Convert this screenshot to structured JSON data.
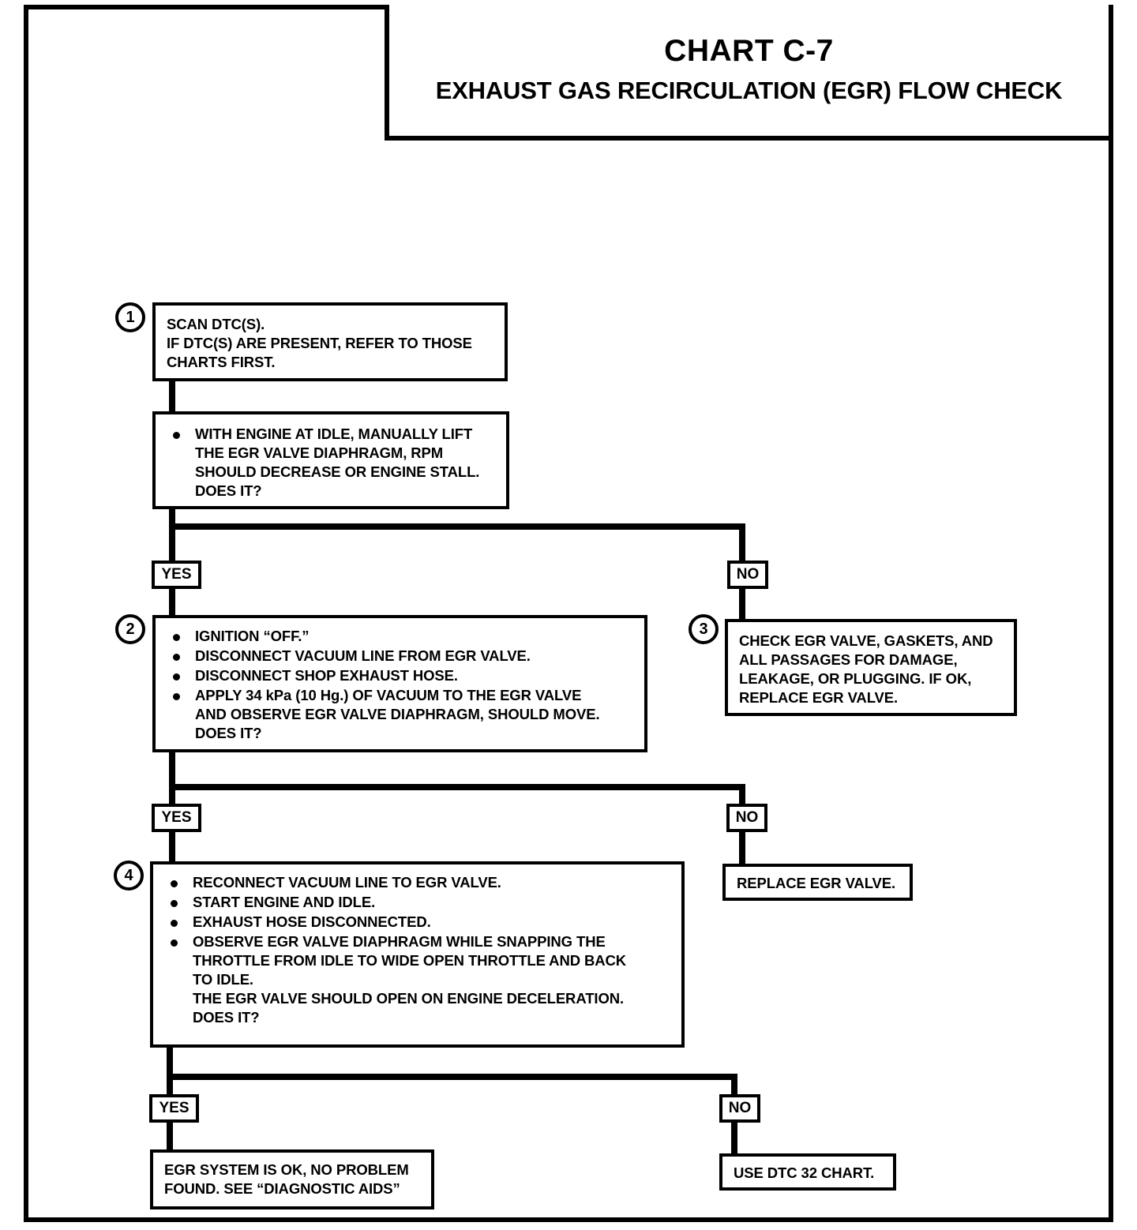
{
  "title_block": {
    "chart_id": "CHART C-7",
    "chart_title": "EXHAUST GAS RECIRCULATION (EGR) FLOW CHECK"
  },
  "steps": {
    "one": {
      "number": "1",
      "lines": [
        "SCAN DTC(S).",
        "IF DTC(S) ARE PRESENT, REFER TO THOSE",
        "CHARTS FIRST."
      ]
    },
    "two": {
      "bullets": [
        {
          "lines": [
            "WITH ENGINE AT IDLE, MANUALLY LIFT",
            "THE EGR VALVE DIAPHRAGM, RPM",
            "SHOULD DECREASE OR ENGINE STALL.",
            "DOES IT?"
          ]
        }
      ]
    },
    "three": {
      "number": "2",
      "bullets": [
        {
          "lines": [
            "IGNITION “OFF.”"
          ]
        },
        {
          "lines": [
            "DISCONNECT VACUUM LINE FROM EGR VALVE."
          ]
        },
        {
          "lines": [
            "DISCONNECT SHOP EXHAUST HOSE."
          ]
        },
        {
          "lines": [
            "APPLY 34 kPa (10 Hg.) OF VACUUM TO THE EGR VALVE",
            "AND OBSERVE EGR VALVE DIAPHRAGM, SHOULD MOVE.",
            "DOES IT?"
          ]
        }
      ]
    },
    "four": {
      "number": "3",
      "lines": [
        "CHECK EGR VALVE, GASKETS, AND",
        "ALL PASSAGES FOR DAMAGE,",
        "LEAKAGE, OR PLUGGING.  IF OK,",
        "REPLACE EGR VALVE."
      ]
    },
    "five": {
      "number": "4",
      "bullets": [
        {
          "lines": [
            "RECONNECT VACUUM LINE TO EGR VALVE."
          ]
        },
        {
          "lines": [
            "START ENGINE AND IDLE."
          ]
        },
        {
          "lines": [
            "EXHAUST HOSE DISCONNECTED."
          ]
        },
        {
          "lines": [
            "OBSERVE EGR VALVE DIAPHRAGM WHILE SNAPPING THE",
            "THROTTLE FROM IDLE TO WIDE OPEN THROTTLE AND BACK",
            "TO IDLE.",
            "THE EGR VALVE SHOULD OPEN ON ENGINE DECELERATION.",
            "DOES IT?"
          ]
        }
      ]
    }
  },
  "results": {
    "replace_valve": {
      "lines": [
        "REPLACE EGR VALVE."
      ]
    },
    "system_ok": {
      "lines": [
        "EGR SYSTEM IS OK, NO PROBLEM",
        "FOUND.  SEE “DIAGNOSTIC AIDS”"
      ]
    },
    "use_dtc32": {
      "lines": [
        "USE DTC 32 CHART."
      ]
    }
  },
  "tags": {
    "yes1": "YES",
    "no1": "NO",
    "yes2": "YES",
    "no2": "NO",
    "yes3": "YES",
    "no3": "NO"
  },
  "colors": {
    "ink": "#000000",
    "paper": "#ffffff"
  }
}
